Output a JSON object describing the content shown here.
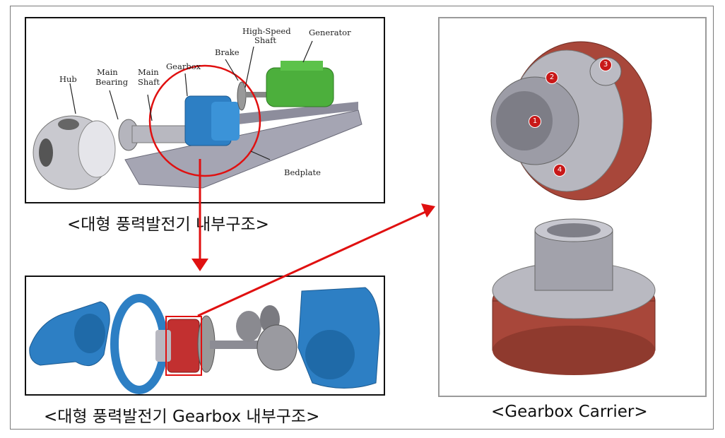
{
  "captions": {
    "turbine_structure": "<대형 풍력발전기 내부구조>",
    "gearbox_structure": "<대형 풍력발전기 Gearbox 내부구조>",
    "gearbox_carrier": "<Gearbox Carrier>"
  },
  "turbine_labels": {
    "hub": "Hub",
    "main_bearing_1": "Main",
    "main_bearing_2": "Bearing",
    "main_shaft_1": "Main",
    "main_shaft_2": "Shaft",
    "gearbox": "Gearbox",
    "brake": "Brake",
    "hss_1": "High-Speed",
    "hss_2": "Shaft",
    "generator": "Generator",
    "bedplate": "Bedplate"
  },
  "carrier_markers": [
    "1",
    "2",
    "3",
    "4"
  ],
  "colors": {
    "highlight": "#e01010",
    "gearbox_blue": "#2d7fc4",
    "generator_green": "#4caf3c",
    "carrier_red": "#a8473a",
    "bedplate_gray": "#9a9aa8"
  }
}
